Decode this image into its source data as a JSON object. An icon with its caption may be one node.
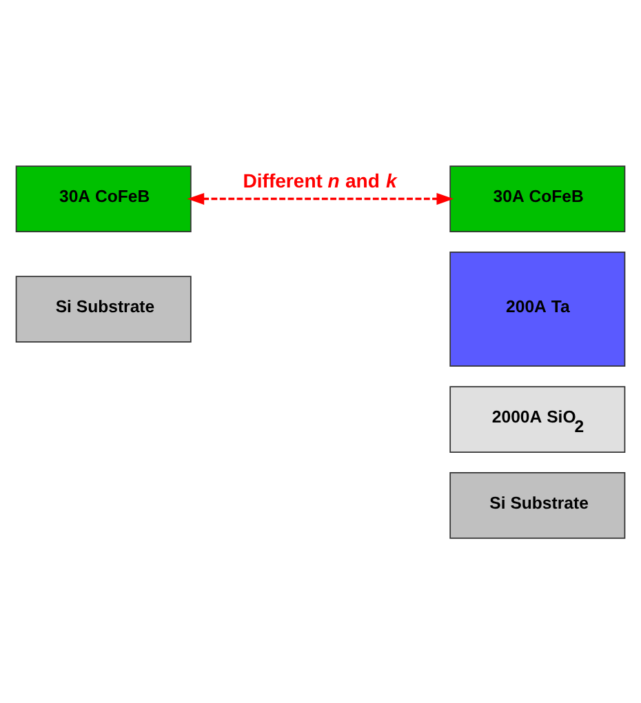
{
  "diagram": {
    "nodes": [
      {
        "text": [
          "30A CoFeB"
        ]
      },
      {
        "text": [
          "Si Substrate"
        ]
      },
      {
        "text": [
          "30A CoFeB"
        ]
      },
      {
        "text": [
          "200A Ta"
        ]
      },
      {
        "text": [
          "2000A SiO$_{2}$"
        ]
      },
      {
        "text": [
          "Si Substrate"
        ]
      }
    ],
    "edges": [
      {
        "from": 0,
        "to": 2,
        "arrow": "both",
        "style": "dashed",
        "color": "#ff0000",
        "label": "Different *n* and *k*"
      }
    ]
  }
}
